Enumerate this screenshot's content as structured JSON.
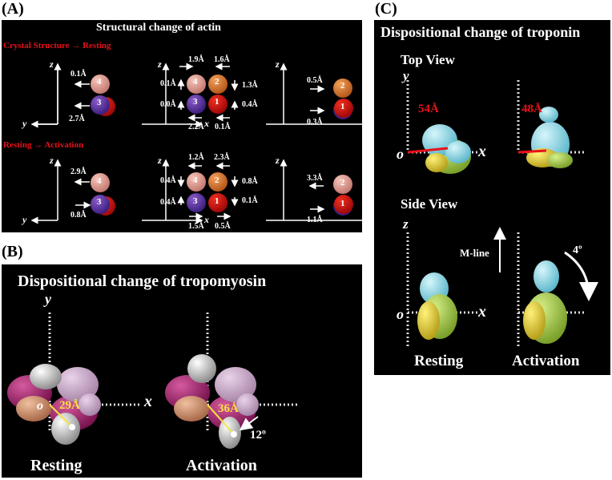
{
  "panel_a": {
    "letter": "(A)",
    "title": "Structural change of actin",
    "section1": "Crystal Structure → Resting",
    "section2": "Resting → Activation",
    "axes": {
      "z": "z",
      "y": "y",
      "x": "x"
    },
    "row1": {
      "left": {
        "top": "0.1Å",
        "bottom": "2.7Å",
        "s_top": "4",
        "s_bot": "3"
      },
      "mid": {
        "t1": "1.9Å",
        "t2": "1.6Å",
        "l1": "0.1Å",
        "l2": "0.0Å",
        "r1": "1.3Å",
        "r2": "0.4Å",
        "b1": "2.2Å",
        "b2": "0.1Å",
        "s1": "4",
        "s2": "2",
        "s3": "3",
        "s4": "1"
      },
      "right": {
        "top": "0.5Å",
        "bottom": "0.3Å",
        "s_top": "2",
        "s_bot": "1"
      }
    },
    "row2": {
      "left": {
        "top": "2.9Å",
        "bottom": "0.8Å",
        "s_top": "4",
        "s_bot": "3"
      },
      "mid": {
        "t1": "1.2Å",
        "t2": "2.3Å",
        "l1": "0.4Å",
        "l2": "0.4Å",
        "r1": "0.8Å",
        "r2": "0.1Å",
        "b1": "1.5Å",
        "b2": "0.5Å",
        "s1": "4",
        "s2": "2",
        "s3": "3",
        "s4": "1"
      },
      "right": {
        "top": "3.3Å",
        "bottom": "1.1Å",
        "s_top": "2",
        "s_bot": "1"
      }
    }
  },
  "panel_b": {
    "letter": "(B)",
    "title": "Dispositional change of tropomyosin",
    "y": "y",
    "x": "x",
    "o": "o",
    "d_rest": "29Å",
    "d_act": "36Å",
    "angle": "12º",
    "resting": "Resting",
    "activation": "Activation"
  },
  "panel_c": {
    "letter": "(C)",
    "title": "Dispositional change of troponin",
    "top_view": "Top View",
    "side_view": "Side View",
    "y": "y",
    "x": "x",
    "z": "z",
    "o": "o",
    "d_rest": "54Å",
    "d_act": "48Å",
    "mline": "M-line",
    "angle": "4º",
    "resting": "Resting",
    "activation": "Activation"
  },
  "colors": {
    "panel_bg": "#000000",
    "red_text": "#e8101a",
    "yellow_line": "#f5e342"
  }
}
